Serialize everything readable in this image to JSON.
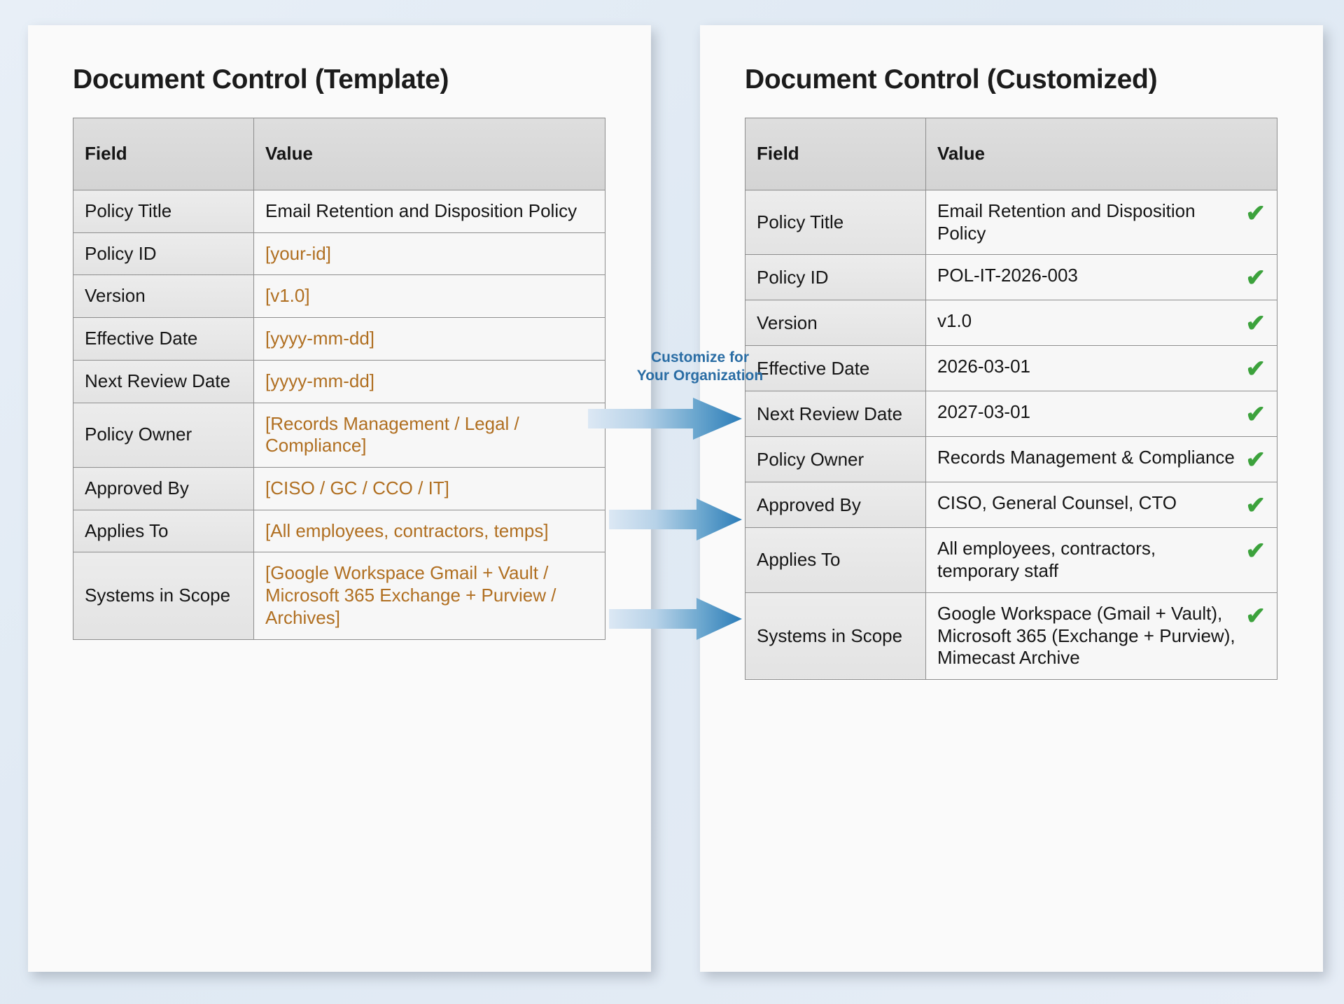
{
  "background_color": "#e3ecf5",
  "accent": {
    "placeholder_orange": "#b06f21",
    "check_green": "#3ca23c",
    "arrow_blue": "#2b7cb8",
    "label_blue": "#2a6da4"
  },
  "columns": {
    "field": "Field",
    "value": "Value"
  },
  "left_card": {
    "title": "Document Control (Template)",
    "rows": [
      {
        "field": "Policy Title",
        "value": "Email Retention and Disposition Policy"
      },
      {
        "field": "Policy ID",
        "value": "[your-id]"
      },
      {
        "field": "Version",
        "value": "[v1.0]"
      },
      {
        "field": "Effective Date",
        "value": "[yyyy-mm-dd]"
      },
      {
        "field": "Next Review Date",
        "value": "[yyyy-mm-dd]"
      },
      {
        "field": "Policy Owner",
        "value": "[Records Management / Legal / Compliance]"
      },
      {
        "field": "Approved By",
        "value": "[CISO / GC / CCO / IT]"
      },
      {
        "field": "Applies To",
        "value": "[All employees, contractors, temps]"
      },
      {
        "field": "Systems in Scope",
        "value": "[Google Workspace Gmail + Vault / Microsoft 365 Exchange + Purview / Archives]"
      }
    ]
  },
  "right_card": {
    "title": "Document Control (Customized)",
    "check_glyph": "✔",
    "rows": [
      {
        "field": "Policy Title",
        "value": "Email Retention and Disposition Policy",
        "checked": true
      },
      {
        "field": "Policy ID",
        "value": "POL-IT-2026-003",
        "checked": true
      },
      {
        "field": "Version",
        "value": "v1.0",
        "checked": true
      },
      {
        "field": "Effective Date",
        "value": "2026-03-01",
        "checked": true
      },
      {
        "field": "Next Review Date",
        "value": "2027-03-01",
        "checked": true
      },
      {
        "field": "Policy Owner",
        "value": "Records Management & Compliance",
        "checked": true
      },
      {
        "field": "Approved By",
        "value": "CISO, General Counsel, CTO",
        "checked": true
      },
      {
        "field": "Applies To",
        "value": "All employees, contractors, temporary staff",
        "checked": true
      },
      {
        "field": "Systems in Scope",
        "value": "Google Workspace (Gmail + Vault), Microsoft 365 (Exchange + Purview), Mimecast Archive",
        "checked": true
      }
    ]
  },
  "center": {
    "label_line1": "Customize for",
    "label_line2": "Your Organization",
    "arrow_count": 3
  }
}
